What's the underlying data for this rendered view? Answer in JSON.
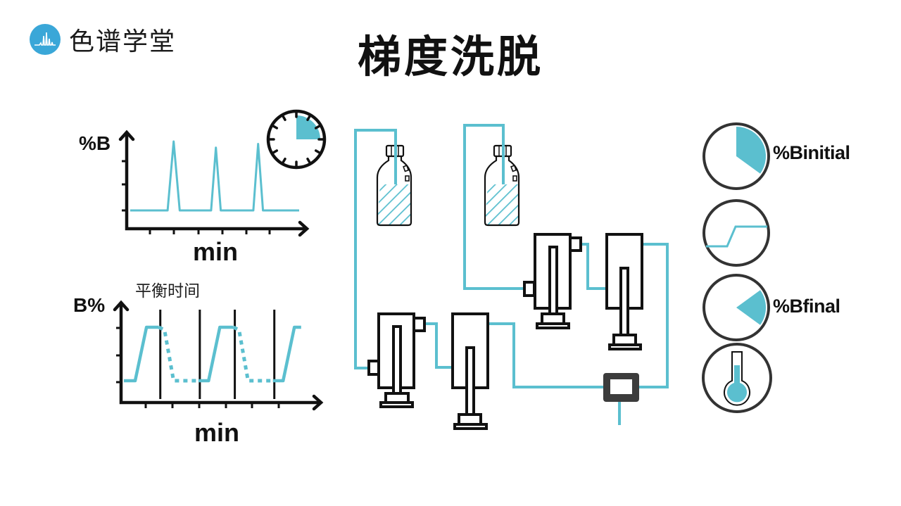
{
  "brand": {
    "logo_icon": "chromatogram-peaks-icon",
    "name": "色谱学堂"
  },
  "title": "梯度洗脱",
  "colors": {
    "accent": "#5bbfcf",
    "ink": "#111111",
    "logo": "#3aa7d8",
    "detector": "#3c3c3c"
  },
  "chart_data": [
    {
      "type": "line",
      "title": "",
      "ylabel": "%B",
      "xlabel": "min",
      "grid": false,
      "x_ticks_count": 6,
      "y_ticks_count": 3,
      "series": [
        {
          "name": "isocratic baseline with peaks",
          "style": "solid",
          "points": [
            [
              0,
              1
            ],
            [
              1.55,
              1
            ],
            [
              1.8,
              3.8
            ],
            [
              2.05,
              1
            ],
            [
              3.35,
              1
            ],
            [
              3.55,
              3.55
            ],
            [
              3.75,
              1
            ],
            [
              5.1,
              1
            ],
            [
              5.3,
              3.7
            ],
            [
              5.5,
              1
            ],
            [
              7,
              1
            ]
          ]
        }
      ],
      "xlim": [
        0,
        7.5
      ],
      "ylim": [
        0,
        4.2
      ],
      "icon": "stopwatch-quarter-icon",
      "stopwatch_fraction": 0.25
    },
    {
      "type": "line",
      "title": "",
      "ylabel": "B%",
      "xlabel": "min",
      "annotation": "平衡时间",
      "grid": false,
      "x_ticks_count": 6,
      "y_ticks_count": 3,
      "series": [
        {
          "name": "gradient program",
          "style": "solid",
          "segments": [
            [
              [
                0,
                1
              ],
              [
                0.5,
                1
              ],
              [
                1.0,
                3
              ],
              [
                1.55,
                3
              ]
            ],
            [
              [
                3.3,
                1
              ],
              [
                3.75,
                1
              ],
              [
                4.25,
                3
              ],
              [
                4.85,
                3
              ]
            ],
            [
              [
                6.6,
                1
              ],
              [
                7.05,
                1
              ],
              [
                7.55,
                3
              ],
              [
                7.85,
                3
              ]
            ]
          ]
        },
        {
          "name": "re-equilibration",
          "style": "dotted",
          "segments": [
            [
              [
                1.55,
                3
              ],
              [
                1.8,
                2.9
              ],
              [
                2.2,
                1
              ],
              [
                3.3,
                1
              ]
            ],
            [
              [
                4.85,
                3
              ],
              [
                5.1,
                2.9
              ],
              [
                5.5,
                1
              ],
              [
                6.6,
                1
              ]
            ]
          ]
        }
      ],
      "vertical_markers": [
        1.55,
        3.3,
        4.85,
        6.6
      ],
      "xlim": [
        0,
        8.3
      ],
      "ylim": [
        0,
        3.6
      ]
    }
  ],
  "system": {
    "bottles": [
      {
        "name": "solvent-bottle-a"
      },
      {
        "name": "solvent-bottle-b"
      }
    ],
    "pumps": [
      {
        "name": "pump-a-piston-1"
      },
      {
        "name": "pump-a-piston-2"
      },
      {
        "name": "pump-b-piston-1"
      },
      {
        "name": "pump-b-piston-2"
      }
    ],
    "mixer": {
      "name": "mixer-detector"
    }
  },
  "parameters": [
    {
      "icon": "pie-initial-icon",
      "label": "%Binitial",
      "fraction": 0.35
    },
    {
      "icon": "gradient-step-icon",
      "label": ""
    },
    {
      "icon": "pie-final-icon",
      "label": "%Bfinal",
      "fraction": 0.2
    },
    {
      "icon": "thermometer-flask-icon",
      "label": ""
    }
  ]
}
